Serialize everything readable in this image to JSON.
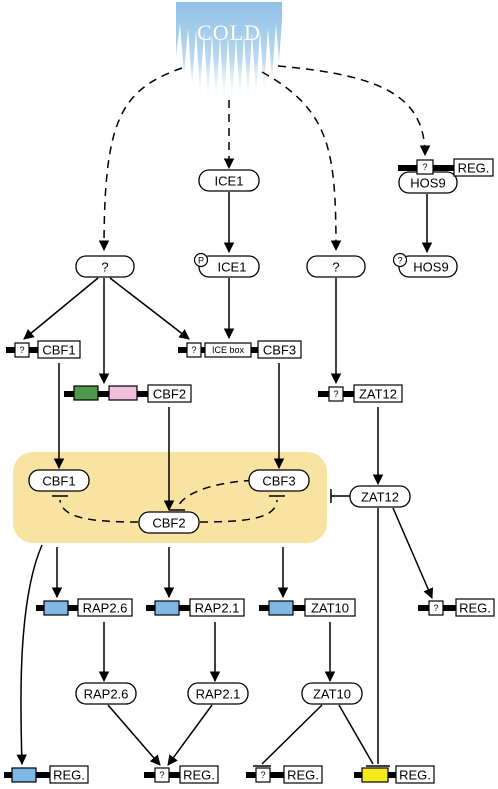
{
  "stimulus": {
    "label": "COLD"
  },
  "nodes": {
    "ice1_protein": "ICE1",
    "ice1_phos": "ICE1",
    "unknown_left": "?",
    "unknown_right": "?",
    "hos9_gene_reg": "REG.",
    "hos9_gene_q": "?",
    "hos9_protein": "HOS9",
    "hos9_mod": "HOS9",
    "cbf1_gene": "CBF1",
    "cbf1_gene_q": "?",
    "cbf2_gene": "CBF2",
    "cbf3_gene": "CBF3",
    "cbf3_gene_q": "?",
    "icebox": "ICE box",
    "zat12_gene": "ZAT12",
    "zat12_gene_q": "?",
    "cbf1_protein": "CBF1",
    "cbf2_protein": "CBF2",
    "cbf3_protein": "CBF3",
    "zat12_protein": "ZAT12",
    "rap26_gene": "RAP2.6",
    "rap21_gene": "RAP2.1",
    "zat10_gene": "ZAT10",
    "reg_right_mid": "REG.",
    "reg_right_mid_q": "?",
    "rap26_protein": "RAP2.6",
    "rap21_protein": "RAP2.1",
    "zat10_protein": "ZAT10",
    "reg_b1": "REG.",
    "reg_b2": "REG.",
    "reg_b2_q": "?",
    "reg_b3": "REG.",
    "reg_b3_q": "?",
    "reg_b4": "REG.",
    "phospho_mark": "P",
    "mod_mark": "?"
  },
  "colors": {
    "cold_glow": "#a9cdea",
    "cbf_box": "#f9e3a3",
    "green_element": "#4f9a4a",
    "pink_element": "#f2bedd",
    "blue_element": "#7fb8e4",
    "yellow_element": "#f5ea1a"
  }
}
